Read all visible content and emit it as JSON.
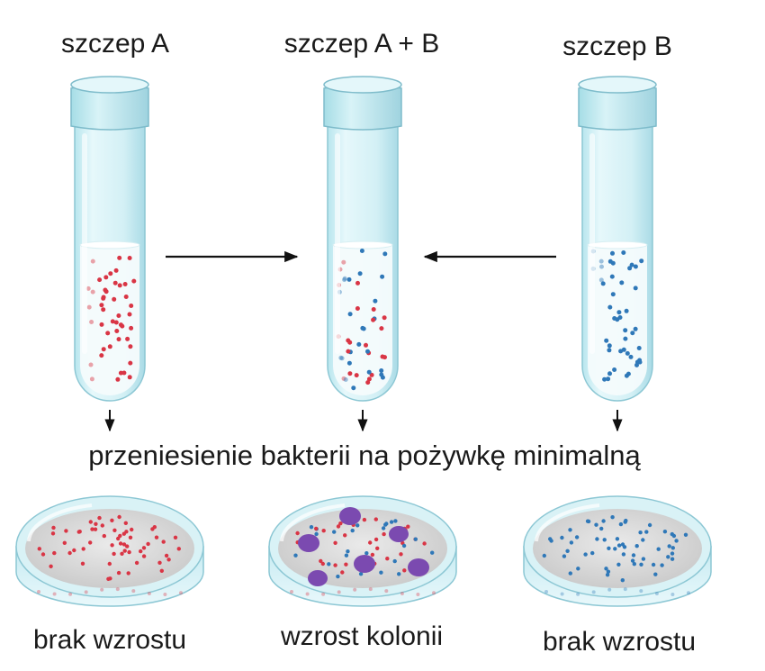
{
  "tubes": [
    {
      "label": "szczep A"
    },
    {
      "label": "szczep A + B"
    },
    {
      "label": "szczep B"
    }
  ],
  "transfer_label": "przeniesienie bakterii na pożywkę minimalną",
  "plates": [
    {
      "label": "brak wzrostu"
    },
    {
      "label": "wzrost kolonii"
    },
    {
      "label": "brak wzrostu"
    }
  ],
  "colors": {
    "strain_a": "#d93545",
    "strain_b": "#2f78b8",
    "colony": "#7b4ab0",
    "glass": "#cfeef3"
  }
}
